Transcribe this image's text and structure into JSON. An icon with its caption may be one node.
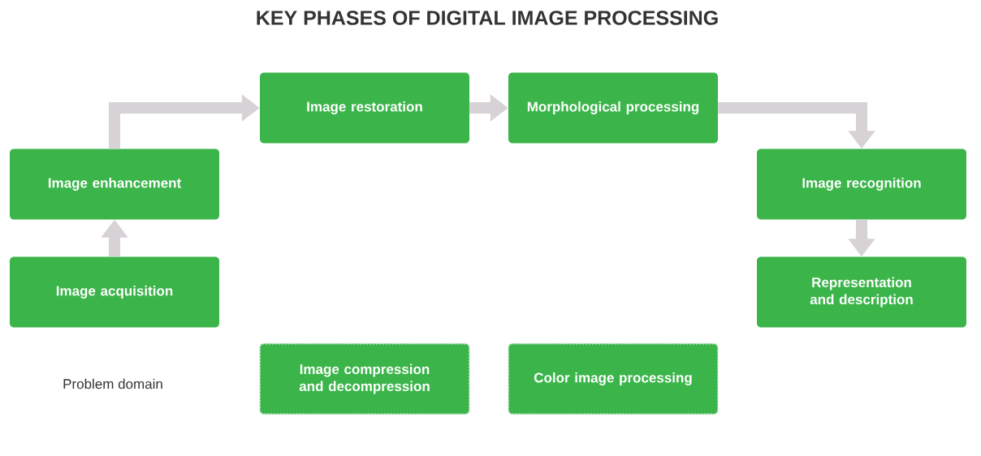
{
  "diagram": {
    "title": "KEY PHASES OF DIGITAL IMAGE PROCESSING",
    "nodes": [
      {
        "text": [
          "Image acquisition"
        ]
      },
      {
        "text": [
          "Image enhancement"
        ]
      },
      {
        "text": [
          "Image restoration"
        ]
      },
      {
        "text": [
          "Morphological processing"
        ]
      },
      {
        "text": [
          "Image recognition"
        ]
      },
      {
        "text": [
          "Representation and description"
        ]
      },
      {
        "text": [
          "Image compression and decompression"
        ]
      },
      {
        "text": [
          "Color image processing"
        ]
      }
    ],
    "edges": [
      {
        "from": 0,
        "to": 1,
        "arrow": "to"
      },
      {
        "from": 1,
        "to": 2,
        "arrow": "to"
      },
      {
        "from": 2,
        "to": 3,
        "arrow": "to"
      },
      {
        "from": 3,
        "to": 4,
        "arrow": "to"
      },
      {
        "from": 4,
        "to": 5,
        "arrow": "to"
      }
    ],
    "labels": [
      "Problem domain"
    ]
  }
}
